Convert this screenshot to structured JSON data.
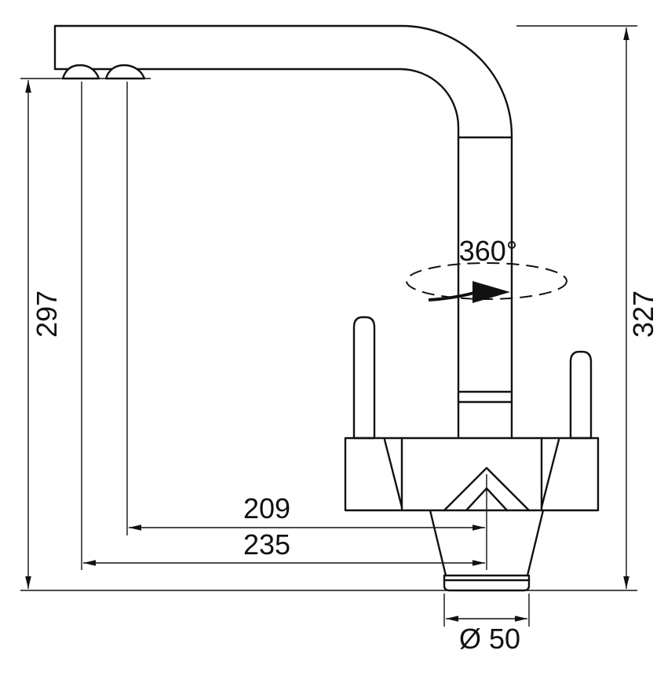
{
  "drawing": {
    "colors": {
      "line": "#111111",
      "background": "#ffffff"
    },
    "dimensions": {
      "spout_height": "297",
      "total_height": "327",
      "reach_to_second_outlet": "209",
      "reach_to_first_outlet": "235",
      "base_diameter": "Ø 50",
      "rotation": "360°"
    }
  }
}
